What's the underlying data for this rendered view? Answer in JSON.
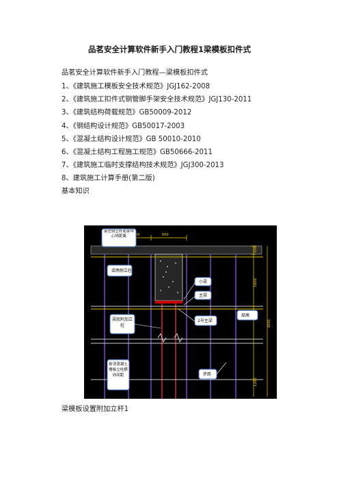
{
  "doc": {
    "title": "品茗安全计算软件新手入门教程1梁模板扣件式",
    "subtitle": "品茗安全计算软件新手入门教程—梁模板扣件式",
    "references": [
      "1、《建筑施工模板安全技术规范》JGJ162-2008",
      "2、《建筑施工扣件式钢管脚手架安全技术规范》JGJ130-2011",
      "3、《建筑结构荷载规范》GB50009-2012",
      "4、《钢结构设计规范》GB50017-2003",
      "5、《混凝土结构设计规范》GB 50010-2010",
      "6、《混凝土结构工程施工规范》GB50666-2011",
      "7、《建筑施工临时支撑结构技术规范》JGJ300-2013",
      "8、建筑施工计算手册(第二版)"
    ],
    "section": "基本知识",
    "caption": "梁模板设置附加立杆1"
  },
  "figure": {
    "labels": {
      "top_callout": "梁左侧立杆距梁中心线距离",
      "side_post": "梁两侧立柱",
      "small_beam": "小梁",
      "main_beam": "主梁",
      "main_beam2": "2号主梁",
      "floor_height": "层高",
      "extra_post": "梁底附加立柱",
      "new_post": "新浇混凝土楼板立柱横向间距",
      "step": "步距"
    },
    "dims": [
      "500",
      "600",
      "150",
      "1800",
      "3000",
      "1200"
    ]
  }
}
